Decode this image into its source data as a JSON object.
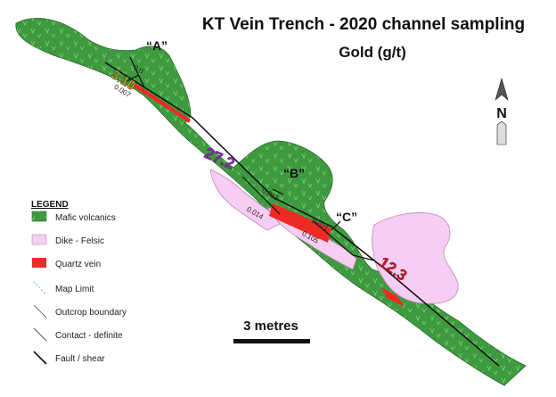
{
  "map": {
    "title_line1": "KT Vein Trench - 2020 channel sampling",
    "title_line2": "Gold (g/t)",
    "north_label": "N",
    "scale_label": "3 metres",
    "colors": {
      "mafic": "#3e9a3e",
      "mafic_texture": "#7fd07f",
      "felsic": "#f7cdf3",
      "quartz": "#ee2a24",
      "map_limit": "#6ec6ef",
      "assay_high": "#8a2fb4",
      "assay_mid": "#d6a62a",
      "assay_red": "#c81e1e"
    },
    "channels": [
      {
        "label": "“A”",
        "assays": [
          "3.10",
          "0.0",
          "0.007"
        ]
      },
      {
        "label": "“B”",
        "assays": [
          "27.2",
          "0.023",
          "0.014"
        ]
      },
      {
        "label": "“C”",
        "assays": [
          "12.3",
          "0.021",
          "0.105"
        ]
      }
    ],
    "legend": {
      "title": "LEGEND",
      "items": [
        {
          "label": "Mafic volcanics",
          "symbol": "fill-mafic"
        },
        {
          "label": "Dike - Felsic",
          "symbol": "fill-felsic"
        },
        {
          "label": "Quartz vein",
          "symbol": "fill-quartz"
        },
        {
          "label": "Map Limit",
          "symbol": "line-map-limit"
        },
        {
          "label": "Outcrop boundary",
          "symbol": "line-outcrop"
        },
        {
          "label": "Contact - definite",
          "symbol": "line-contact"
        },
        {
          "label": "Fault / shear",
          "symbol": "line-fault"
        }
      ]
    }
  }
}
